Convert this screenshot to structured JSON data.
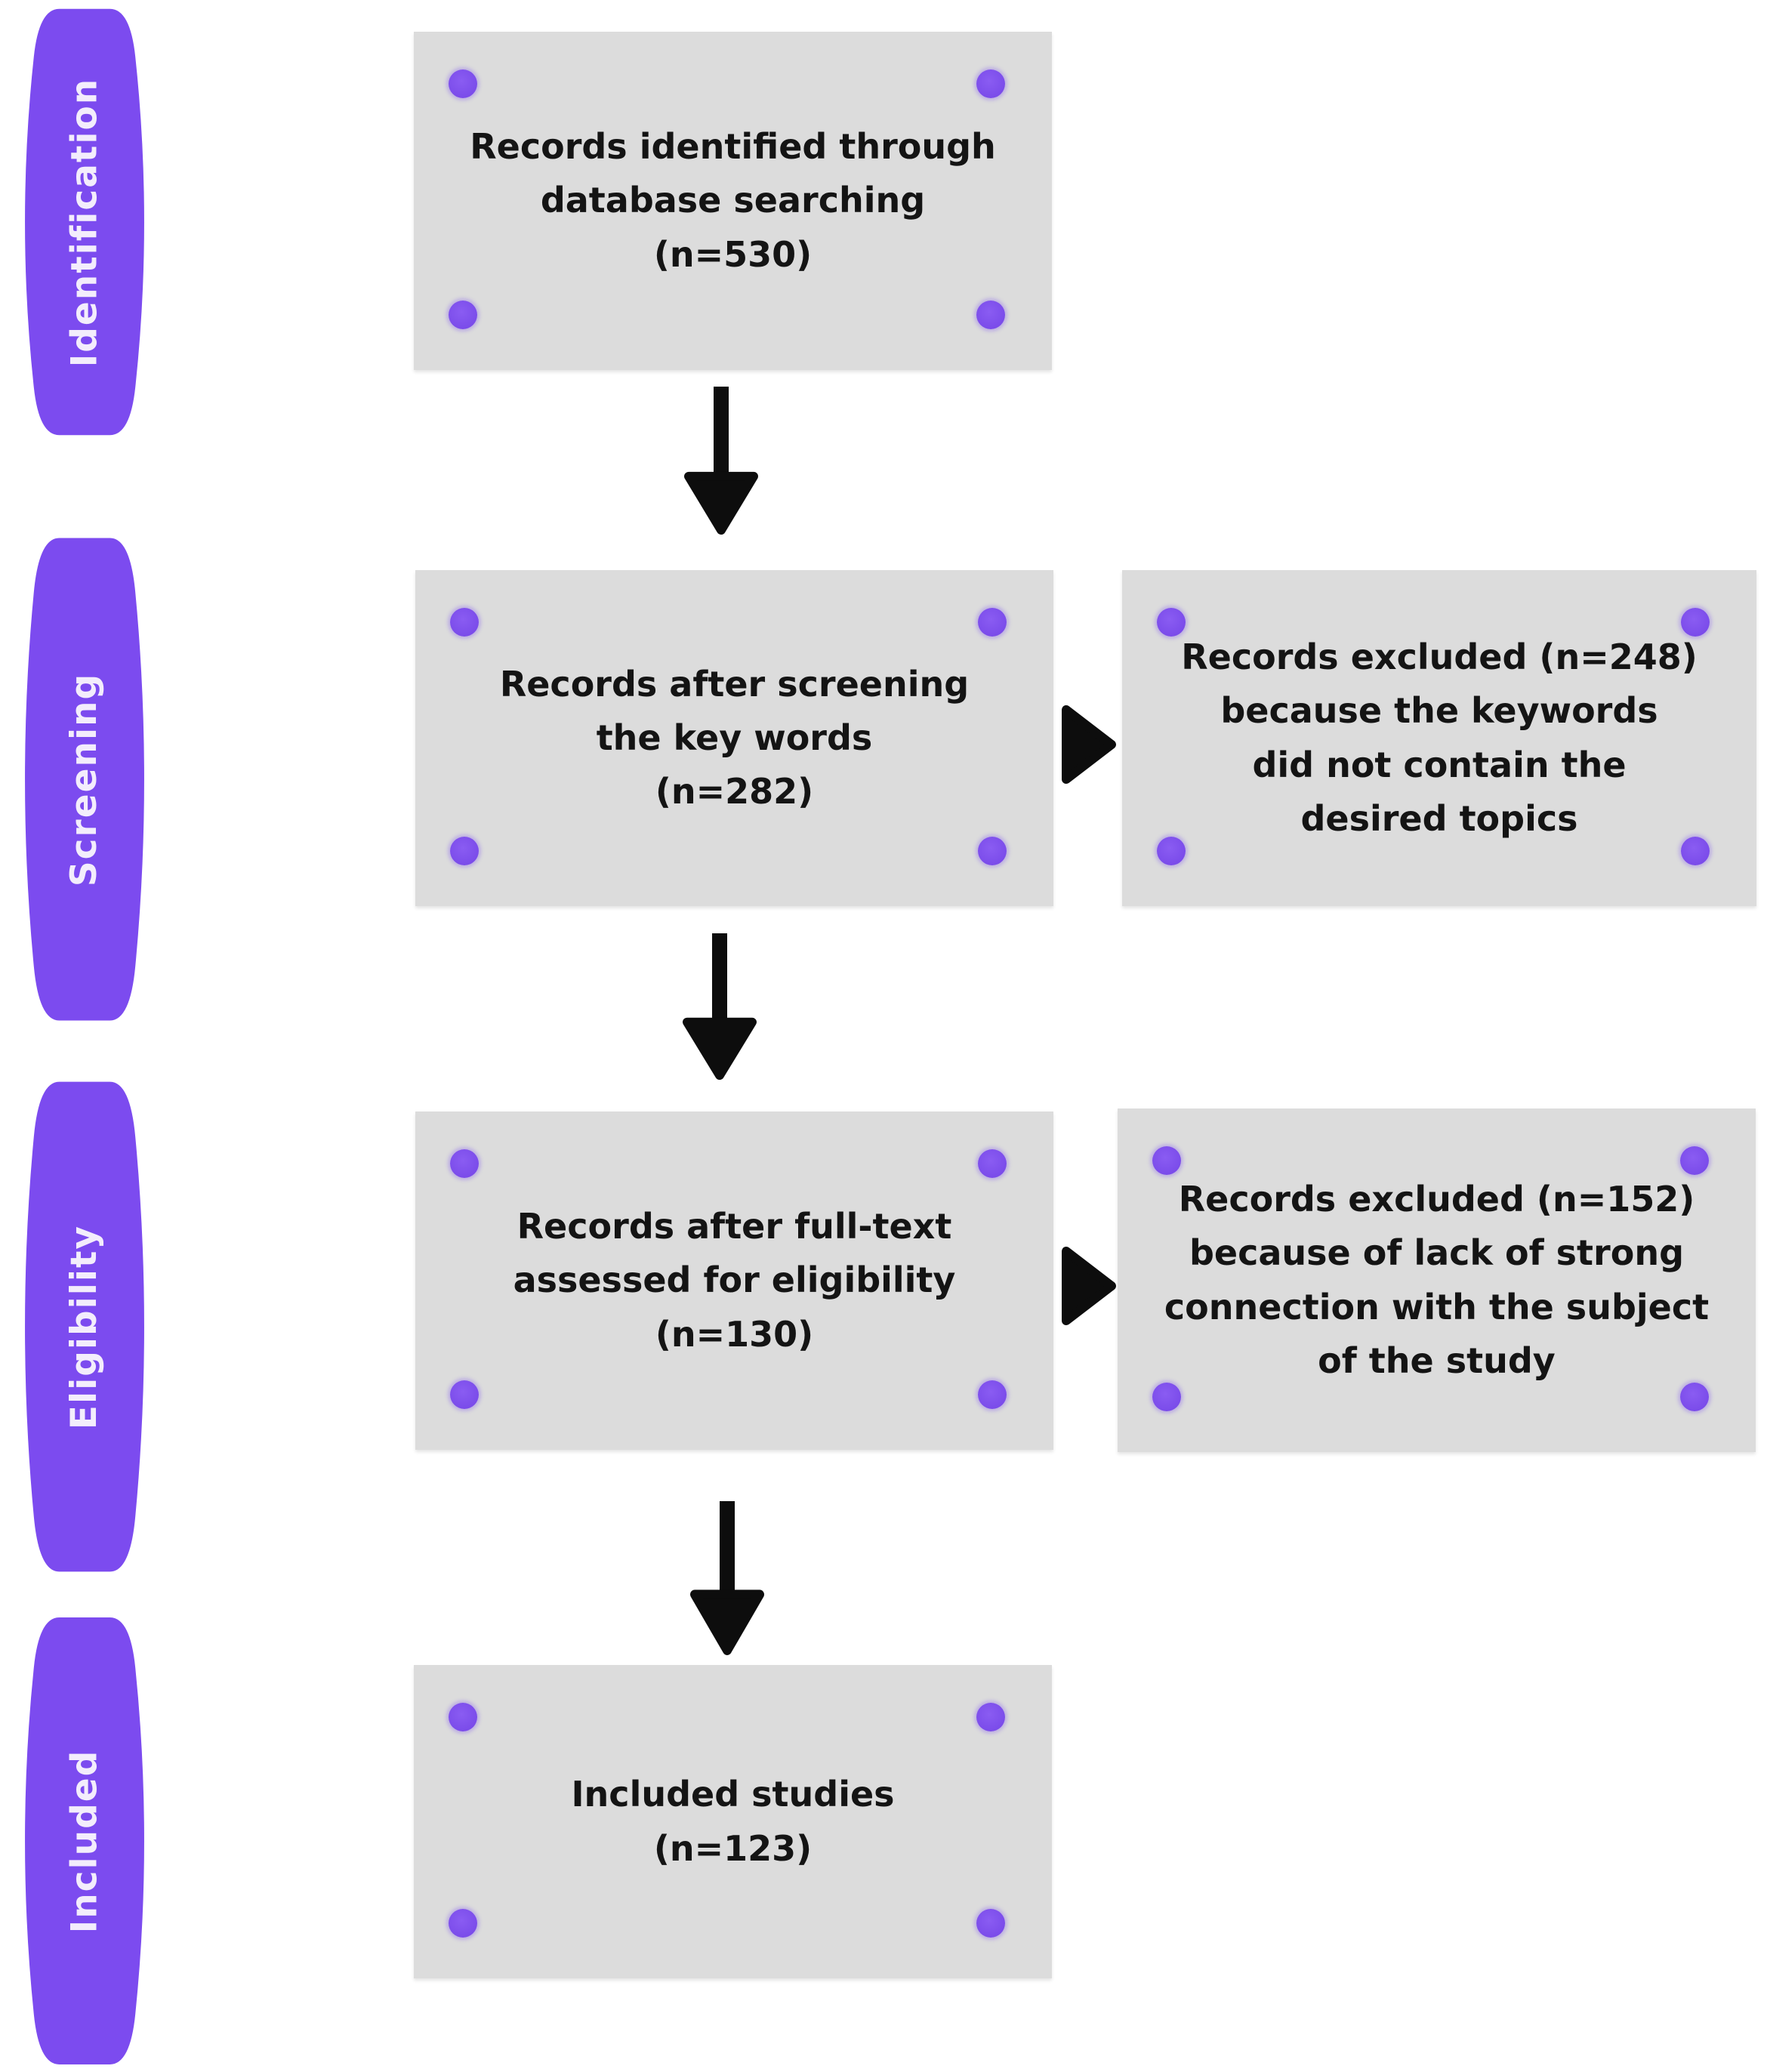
{
  "sidebar": {
    "stages": [
      {
        "label": "Identification"
      },
      {
        "label": "Screening"
      },
      {
        "label": "Eligibility"
      },
      {
        "label": "Included"
      }
    ]
  },
  "boxes": {
    "identified": {
      "text": "Records identified through\ndatabase searching\n(n=530)"
    },
    "screened": {
      "text": "Records after screening\nthe key words\n(n=282)"
    },
    "excluded_keywords": {
      "text": "Records excluded (n=248)\nbecause the keywords\ndid not contain the\ndesired topics"
    },
    "fulltext": {
      "text": "Records after full-text\nassessed for eligibility\n(n=130)"
    },
    "excluded_connection": {
      "text": "Records excluded (n=152)\nbecause of lack of strong\nconnection with the subject\nof the study"
    },
    "included": {
      "text": "Included studies\n(n=123)"
    }
  },
  "colors": {
    "background": "#ffffff",
    "banner": "#7c4bef",
    "banner_text": "#f3edfc",
    "box_fill": "#dcdcdc",
    "box_text": "#141414",
    "dot": "#7b4cea",
    "arrow": "#0d0d0d"
  }
}
